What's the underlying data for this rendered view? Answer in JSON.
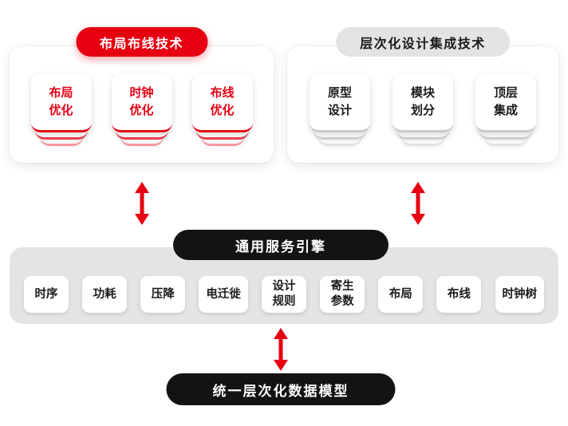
{
  "colors": {
    "accent_red": "#e60012",
    "pill_black": "#131313",
    "band_gray": "#e4e4e4",
    "header_gray": "#e3e3e3"
  },
  "panels": {
    "layout_routing": {
      "title": "布局布线技术",
      "items": [
        {
          "line1": "布局",
          "line2": "优化"
        },
        {
          "line1": "时钟",
          "line2": "优化"
        },
        {
          "line1": "布线",
          "line2": "优化"
        }
      ]
    },
    "hierarchical_integration": {
      "title": "层次化设计集成技术",
      "items": [
        {
          "line1": "原型",
          "line2": "设计"
        },
        {
          "line1": "模块",
          "line2": "划分"
        },
        {
          "line1": "顶层",
          "line2": "集成"
        }
      ]
    }
  },
  "service_engine": {
    "title": "通用服务引擎",
    "modules": [
      {
        "line1": "时序"
      },
      {
        "line1": "功耗"
      },
      {
        "line1": "压降"
      },
      {
        "line1": "电迁徙"
      },
      {
        "line1": "设计",
        "line2": "规则"
      },
      {
        "line1": "寄生",
        "line2": "参数"
      },
      {
        "line1": "布局"
      },
      {
        "line1": "布线"
      },
      {
        "line1": "时钟树"
      }
    ]
  },
  "data_model": {
    "title": "统一层次化数据模型"
  }
}
